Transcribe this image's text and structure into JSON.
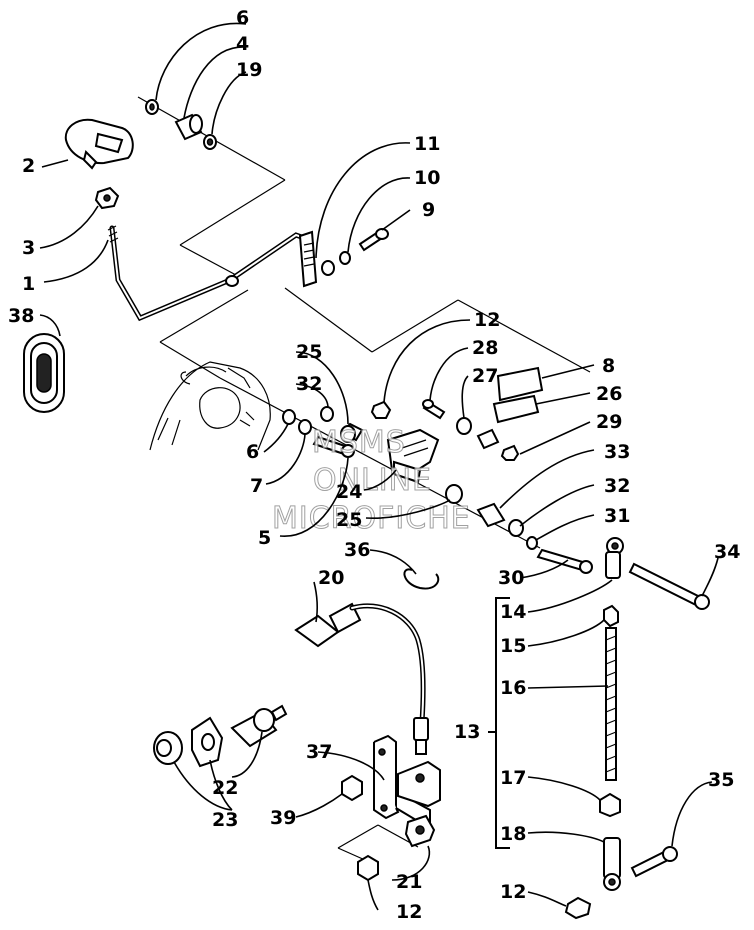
{
  "watermark": [
    "MSMS",
    "ONLINE",
    "MICROFICHE"
  ],
  "callouts": {
    "c6a": "6",
    "c4": "4",
    "c19": "19",
    "c2": "2",
    "c3": "3",
    "c1": "1",
    "c11": "11",
    "c10": "10",
    "c9": "9",
    "c38": "38",
    "c12a": "12",
    "c25a": "25",
    "c32a": "32",
    "c28": "28",
    "c27": "27",
    "c8": "8",
    "c26": "26",
    "c29": "29",
    "c6b": "6",
    "c7": "7",
    "c5": "5",
    "c24": "24",
    "c25b": "25",
    "c33": "33",
    "c32b": "32",
    "c31": "31",
    "c36": "36",
    "c30": "30",
    "c34": "34",
    "c20": "20",
    "c14": "14",
    "c15": "15",
    "c16": "16",
    "c13": "13",
    "c37": "37",
    "c22": "22",
    "c23": "23",
    "c39": "39",
    "c17": "17",
    "c35": "35",
    "c18": "18",
    "c21": "21",
    "c12b": "12",
    "c12c": "12"
  }
}
